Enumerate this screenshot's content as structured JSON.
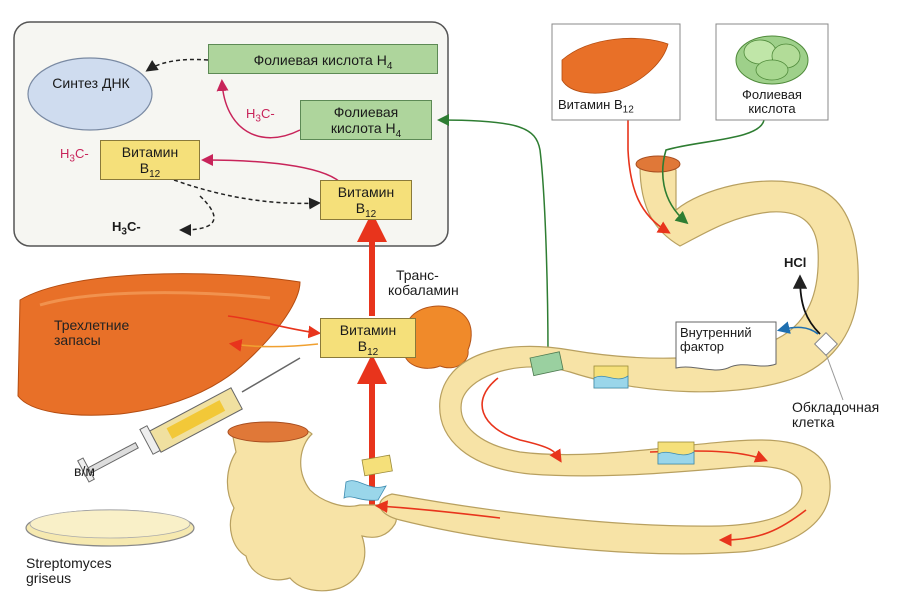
{
  "labels": {
    "dna_synthesis": "Синтез ДНК",
    "folic_h4_top": "Фолиевая кислота H",
    "folic_h4_top_sub": "4",
    "folic_h4_mid_line1": "Фолиевая",
    "folic_h4_mid_line2": "кислота H",
    "folic_h4_mid_sub": "4",
    "methyl": "H",
    "methyl_sub": "3",
    "methyl_tail": "C-",
    "b12_left_line1": "Витамин",
    "b12_left_line2": "B",
    "b12_left_sub": "12",
    "b12_center_line1": "Витамин",
    "b12_center_line2": "B",
    "b12_center_sub": "12",
    "h3c_free": "H",
    "h3c_free_sub": "3",
    "h3c_free_tail": "C-",
    "transcobalamin_line1": "Транс-",
    "transcobalamin_line2": "кобаламин",
    "liver_stores_line1": "Трехлетние",
    "liver_stores_line2": "запасы",
    "b12_blood_line1": "Витамин",
    "b12_blood_line2": "B",
    "b12_blood_sub": "12",
    "im_injection": "в/м",
    "streptomyces_line1": "Streptomyces",
    "streptomyces_line2": "griseus",
    "source_b12": "Витамин B",
    "source_b12_sub": "12",
    "source_folic_line1": "Фолиевая",
    "source_folic_line2": "кислота",
    "hcl": "HCl",
    "intrinsic_factor_line1": "Внутренний",
    "intrinsic_factor_line2": "фактор",
    "parietal_cell_line1": "Обкладочная",
    "parietal_cell_line2": "клетка"
  },
  "colors": {
    "methyl_red": "#c8245a",
    "b12_box": "#f5e07a",
    "folic_box": "#aed59c",
    "liver": "#e87028",
    "gut": "#f7e3a6",
    "absorption_arrow": "#e8341c",
    "folate_path": "#2e7d32"
  }
}
